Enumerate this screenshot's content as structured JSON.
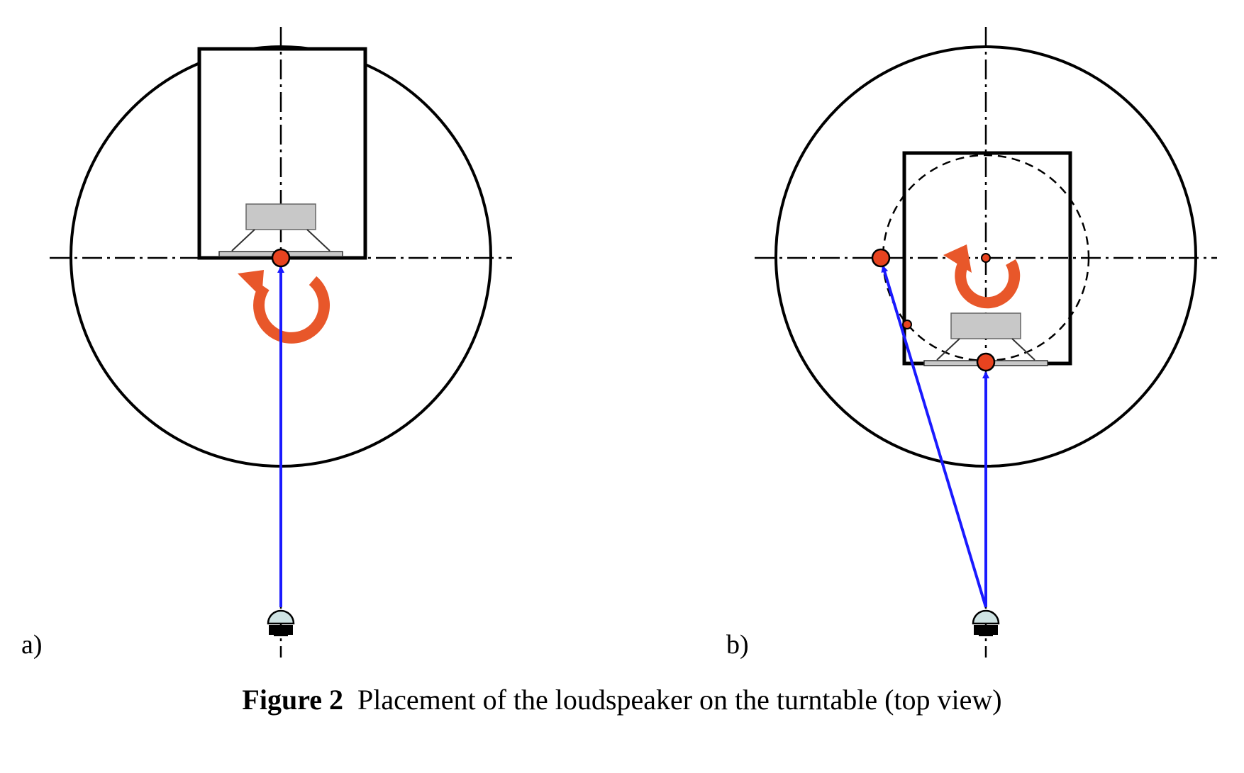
{
  "panels": [
    {
      "id": "a",
      "label": "a)"
    },
    {
      "id": "b",
      "label": "b)"
    }
  ],
  "caption": {
    "figure_number": "Figure 2",
    "text": "Placement of the loudspeaker on the turntable (top view)"
  },
  "colors": {
    "outline": "#000000",
    "pivot_marker": "#e8431f",
    "rotation_arrow": "#e8572a",
    "sound_path": "#1a1aff",
    "driver_fill": "#c8c8c8",
    "microphone_fill": "#cfe3e3"
  },
  "icons": {
    "rotation": "curved-rotation-arrow-icon",
    "microphone": "microphone-icon",
    "loudspeaker_driver": "loudspeaker-driver-icon"
  }
}
